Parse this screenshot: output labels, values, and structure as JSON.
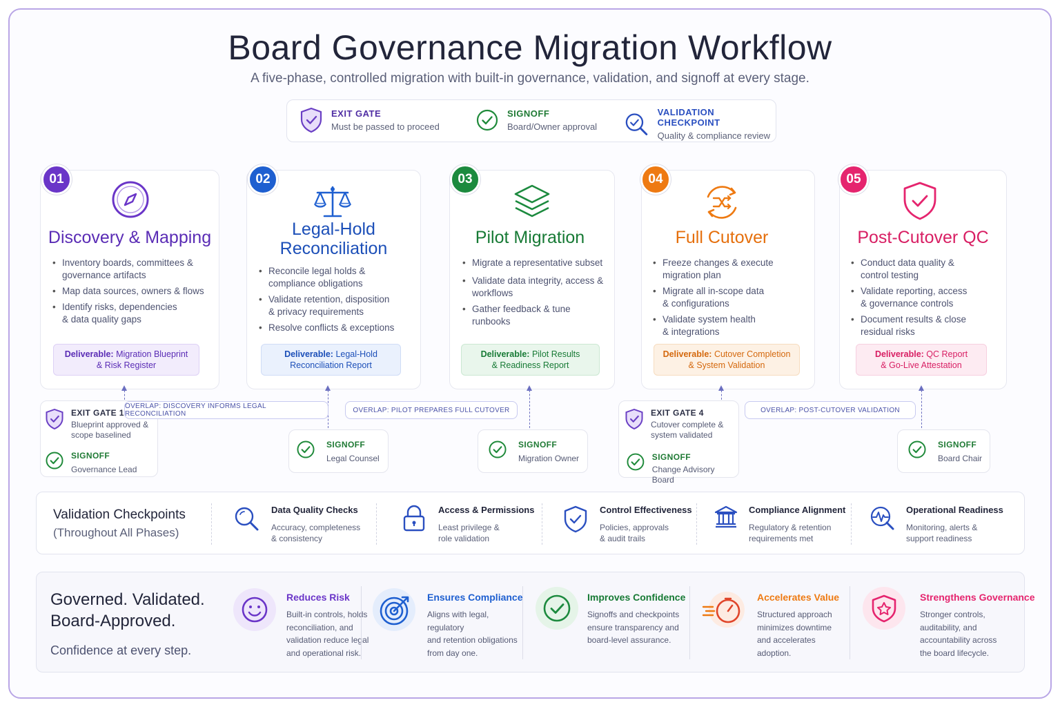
{
  "title": "Board Governance Migration Workflow",
  "subtitle": "A five-phase, controlled migration with built-in governance, validation, and signoff at every stage.",
  "legend": [
    {
      "title": "EXIT GATE",
      "sub": "Must be passed to proceed",
      "icon": "shield-check-icon",
      "color": "#6a3fc4"
    },
    {
      "title": "SIGNOFF",
      "sub": "Board/Owner approval",
      "icon": "check-circle-icon",
      "color": "#1f8a3a"
    },
    {
      "title": "VALIDATION CHECKPOINT",
      "sub": "Quality & compliance review",
      "icon": "magnifier-check-icon",
      "color": "#2a4fc0"
    }
  ],
  "phases": [
    {
      "num": "01",
      "title_lines": [
        "Discovery & Mapping"
      ],
      "color": "#6a35c8",
      "icon": "compass-icon",
      "bullets": [
        [
          "Inventory boards, committees &",
          "governance artifacts"
        ],
        [
          "Map data sources, owners & flows"
        ],
        [
          "Identify risks, dependencies",
          "& data quality gaps"
        ]
      ],
      "deliverable": {
        "label": "Deliverable:",
        "lines": [
          "Migration Blueprint",
          "& Risk Register"
        ]
      }
    },
    {
      "num": "02",
      "title_lines": [
        "Legal-Hold",
        "Reconciliation"
      ],
      "color": "#1e5fd0",
      "icon": "scales-icon",
      "bullets": [
        [
          "Reconcile legal holds &",
          "compliance obligations"
        ],
        [
          "Validate retention, disposition",
          "& privacy requirements"
        ],
        [
          "Resolve conflicts & exceptions"
        ]
      ],
      "deliverable": {
        "label": "Deliverable:",
        "lines": [
          "Legal-Hold",
          "Reconciliation Report"
        ]
      }
    },
    {
      "num": "03",
      "title_lines": [
        "Pilot Migration"
      ],
      "color": "#1c8a3e",
      "icon": "layers-icon",
      "bullets": [
        [
          "Migrate a representative subset"
        ],
        [
          "Validate data integrity, access &",
          "workflows"
        ],
        [
          "Gather feedback & tune",
          "runbooks"
        ]
      ],
      "deliverable": {
        "label": "Deliverable:",
        "lines": [
          "Pilot Results",
          "& Readiness Report"
        ]
      }
    },
    {
      "num": "04",
      "title_lines": [
        "Full Cutover"
      ],
      "color": "#ee7a12",
      "icon": "shuffle-arrows-icon",
      "bullets": [
        [
          "Freeze changes & execute",
          "migration plan"
        ],
        [
          "Migrate all in-scope data",
          "& configurations"
        ],
        [
          "Validate system health",
          "& integrations"
        ]
      ],
      "deliverable": {
        "label": "Deliverable:",
        "lines": [
          "Cutover Completion",
          "& System Validation"
        ]
      }
    },
    {
      "num": "05",
      "title_lines": [
        "Post-Cutover QC"
      ],
      "color": "#e5246e",
      "icon": "shield-check-icon",
      "bullets": [
        [
          "Conduct data quality &",
          "control testing"
        ],
        [
          "Validate reporting, access",
          "& governance controls"
        ],
        [
          "Document results & close",
          "residual risks"
        ]
      ],
      "deliverable": {
        "label": "Deliverable:",
        "lines": [
          "QC Report",
          "& Go-Live Attestation"
        ]
      }
    }
  ],
  "gates": {
    "g1": {
      "exit_title": "EXIT GATE 1",
      "exit_sub": [
        "Blueprint approved &",
        "scope baselined"
      ],
      "signoff_title": "SIGNOFF",
      "signoff_sub": "Governance Lead"
    },
    "s2": {
      "signoff_title": "SIGNOFF",
      "signoff_sub": "Legal Counsel"
    },
    "s3": {
      "signoff_title": "SIGNOFF",
      "signoff_sub": "Migration Owner"
    },
    "g4": {
      "exit_title": "EXIT GATE 4",
      "exit_sub": [
        "Cutover complete &",
        "system validated"
      ],
      "signoff_title": "SIGNOFF",
      "signoff_sub": "Change Advisory Board"
    },
    "s5": {
      "signoff_title": "SIGNOFF",
      "signoff_sub": "Board Chair"
    }
  },
  "overlaps": [
    "OVERLAP: DISCOVERY INFORMS LEGAL RECONCILIATION",
    "OVERLAP: PILOT PREPARES FULL CUTOVER",
    "OVERLAP: POST-CUTOVER VALIDATION"
  ],
  "validation": {
    "head": "Validation Checkpoints",
    "sub": "(Throughout All Phases)",
    "items": [
      {
        "title": "Data Quality Checks",
        "sub": [
          "Accuracy, completeness",
          "& consistency"
        ],
        "icon": "magnifier-icon"
      },
      {
        "title": "Access & Permissions",
        "sub": [
          "Least privilege &",
          "role validation"
        ],
        "icon": "padlock-icon"
      },
      {
        "title": "Control Effectiveness",
        "sub": [
          "Policies, approvals",
          "& audit trails"
        ],
        "icon": "shield-check-icon"
      },
      {
        "title": "Compliance Alignment",
        "sub": [
          "Regulatory & retention",
          "requirements met"
        ],
        "icon": "institution-icon"
      },
      {
        "title": "Operational Readiness",
        "sub": [
          "Monitoring, alerts &",
          "support readiness"
        ],
        "icon": "pulse-magnifier-icon"
      }
    ]
  },
  "benefits": {
    "head": [
      "Governed. Validated.",
      "Board-Approved."
    ],
    "sub": "Confidence at every step.",
    "items": [
      {
        "title": "Reduces Risk",
        "sub": [
          "Built-in controls, holds",
          "reconciliation, and",
          "validation reduce legal",
          "and operational risk."
        ],
        "color": "#6a35c8",
        "icon": "smile-icon"
      },
      {
        "title": "Ensures Compliance",
        "sub": [
          "Aligns with legal, regulatory",
          "and retention obligations",
          "from day one."
        ],
        "color": "#1e5fd0",
        "icon": "target-icon"
      },
      {
        "title": "Improves Confidence",
        "sub": [
          "Signoffs and checkpoints",
          "ensure transparency and",
          "board-level assurance."
        ],
        "color": "#1c8a3e",
        "icon": "check-circle-icon"
      },
      {
        "title": "Accelerates Value",
        "sub": [
          "Structured approach",
          "minimizes downtime",
          "and accelerates",
          "adoption."
        ],
        "color": "#ee7a12",
        "icon": "speed-clock-icon"
      },
      {
        "title": "Strengthens Governance",
        "sub": [
          "Stronger controls,",
          "auditability, and",
          "accountability across",
          "the board lifecycle."
        ],
        "color": "#e5246e",
        "icon": "badge-shield-icon"
      }
    ]
  }
}
